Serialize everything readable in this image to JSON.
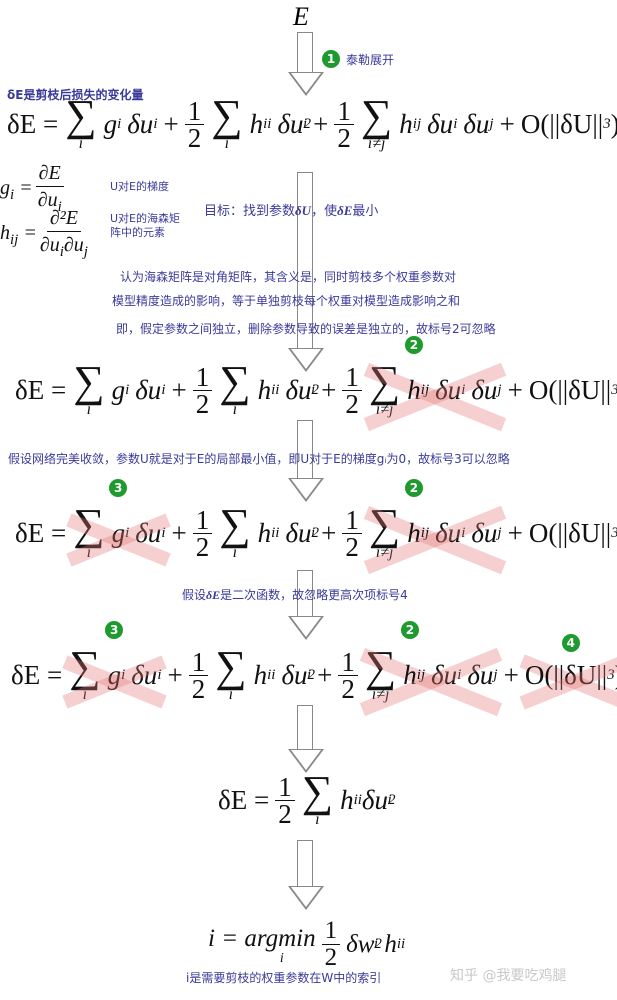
{
  "top_symbol": "E",
  "step1": {
    "badge": "1",
    "label": "泰勒展开"
  },
  "delta_e_note": "δE是剪枝后损失的变化量",
  "eq1": [
    {
      "lhs": "δE ="
    },
    {
      "sum": "i",
      "terms": [
        {
          "b": "g",
          "sub": "i"
        },
        {
          "b": "δu",
          "sub": "i"
        }
      ]
    },
    {
      "op": "+"
    },
    {
      "frac": [
        "1",
        "2"
      ],
      "sum": "i",
      "terms": [
        {
          "b": "h",
          "sub": "ii"
        },
        {
          "b": "δu",
          "sub": "i",
          "sup": "2"
        }
      ]
    },
    {
      "op": "+"
    },
    {
      "frac": [
        "1",
        "2"
      ],
      "sum": "i≠j",
      "terms": [
        {
          "b": "h",
          "sub": "ij"
        },
        {
          "b": "δu",
          "sub": "i"
        },
        {
          "b": "δu",
          "sub": "j"
        }
      ]
    },
    {
      "op": "+"
    },
    {
      "tail": "O(||δU||",
      "sup": "3",
      "close": ")"
    }
  ],
  "definitions": {
    "g": {
      "lhs": "g",
      "sub": "i",
      "num": "∂E",
      "den": "∂u",
      "den_sub": "i",
      "note": "U对E的梯度"
    },
    "h": {
      "lhs": "h",
      "sub": "ij",
      "num": "∂²E",
      "den": "∂u",
      "den_sub": "i",
      "den2": "∂u",
      "den2_sub": "j",
      "note1": "U对E的海森矩",
      "note2": "阵中的元素"
    }
  },
  "goal": {
    "prefix": "目标：找到参数",
    "var1": "δU",
    "mid": "，使",
    "var2": "δE",
    "suffix": "最小"
  },
  "assumption1": [
    "认为海森矩阵是对角矩阵，其含义是，同时剪枝多个权重参数对",
    "模型精度造成的影响，等于单独剪枝每个权重对模型造成影响之和",
    "即，假定参数之间独立，删除参数导致的误差是独立的，故标号2可忽略"
  ],
  "assumption2": "假设网络完美收敛，参数U就是对于E的局部最小值，即U对于E的梯度gᵢ为0，故标号3可以忽略",
  "assumption3": {
    "prefix": "假设",
    "var": "δE",
    "suffix": "是二次函数，故忽略更高次项标号4"
  },
  "crossed_steps": {
    "eq2": {
      "crossed": [
        "2"
      ]
    },
    "eq3": {
      "crossed": [
        "3",
        "2"
      ]
    },
    "eq4": {
      "crossed": [
        "3",
        "2",
        "4"
      ]
    }
  },
  "badges": {
    "two": "2",
    "three": "3",
    "four": "4"
  },
  "eq5": {
    "lhs": "δE =",
    "frac": [
      "1",
      "2"
    ],
    "sum": "i",
    "h": "h",
    "h_sub": "ii",
    "du": "δu",
    "du_sub": "i",
    "du_sup": "2"
  },
  "eq6": {
    "lhs": "i = argmin",
    "sub": "i",
    "frac": [
      "1",
      "2"
    ],
    "dw": "δw",
    "dw_sub": "i",
    "dw_sup": "2",
    "h": "h",
    "h_sub": "ii"
  },
  "final_note": "i是需要剪枝的权重参数在W中的索引",
  "watermark": "知乎 @我要吃鸡腿",
  "colors": {
    "note": "#3a3a9a",
    "badge": "#1e9a2e",
    "cross": "#e67878",
    "arrow": "#888888"
  }
}
